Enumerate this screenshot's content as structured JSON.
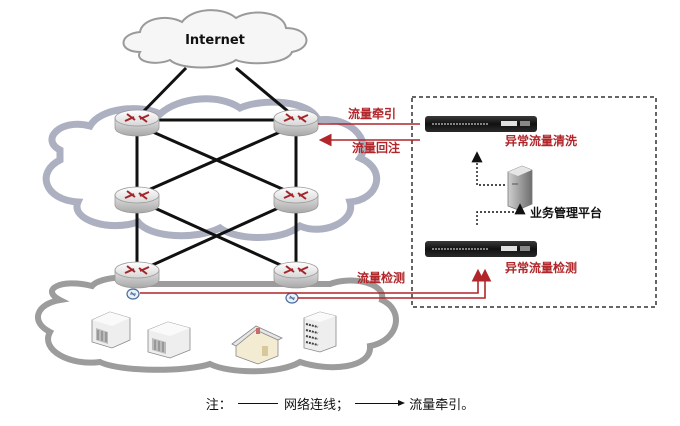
{
  "diagram": {
    "internet_label": "Internet",
    "routers": [
      "router-top-left",
      "router-top-right",
      "router-mid-left",
      "router-mid-right",
      "router-bottom-left",
      "router-bottom-right"
    ],
    "links": {
      "traffic_diversion": "流量牵引",
      "traffic_reinjection": "流量回注",
      "traffic_detection": "流量检测"
    },
    "devices": {
      "cleaning": "异常流量清洗",
      "management": "业务管理平台",
      "detection": "异常流量检测"
    },
    "customer_sites": [
      "office-building",
      "factory-building",
      "house",
      "apartment-building"
    ],
    "colors": {
      "accent_red": "#b0262a",
      "link_black": "#111111",
      "cloud_shadow": "#8a8fa6"
    }
  },
  "caption": {
    "note_prefix": "注：",
    "network_link_legend": "网络连线；",
    "traffic_diversion_legend": "流量牵引。"
  }
}
